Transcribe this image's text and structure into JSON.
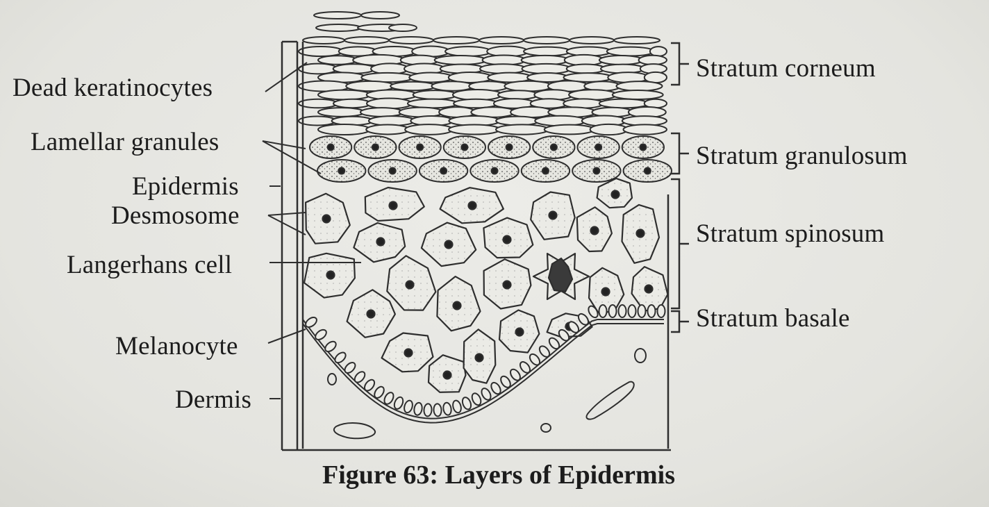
{
  "labels_left": {
    "dead_keratinocytes": "Dead keratinocytes",
    "lamellar_granules": "Lamellar granules",
    "epidermis": "Epidermis",
    "desmosome": "Desmosome",
    "langerhans_cell": "Langerhans cell",
    "melanocyte": "Melanocyte",
    "dermis": "Dermis"
  },
  "labels_right": {
    "stratum_corneum": "Stratum corneum",
    "stratum_granulosum": "Stratum granulosum",
    "stratum_spinosum": "Stratum spinosum",
    "stratum_basale": "Stratum basale"
  },
  "caption": "Figure 63: Layers of Epidermis",
  "colors": {
    "ink": "#2a2a2a",
    "background": "#e9e9e4"
  }
}
